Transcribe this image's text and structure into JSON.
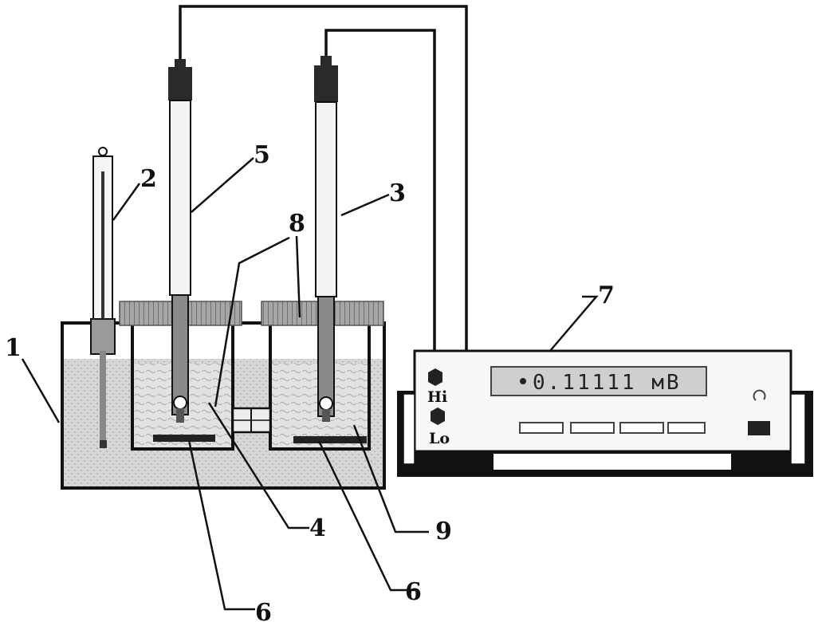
{
  "callouts": {
    "c1": "1",
    "c2": "2",
    "c3": "3",
    "c4": "4",
    "c5": "5",
    "c6a": "6",
    "c6b": "6",
    "c7": "7",
    "c8": "8",
    "c9": "9"
  },
  "meter": {
    "port_hi": "Hi",
    "port_lo": "Lo",
    "display": "0.11111 мВ"
  },
  "colors": {
    "liquid": "#cfcfcf",
    "electrode_body": "#f3f3f3",
    "electrode_cap": "#2a2a2a",
    "stopper": "#9a9a9a",
    "meter_display": "#c8c8c8"
  }
}
